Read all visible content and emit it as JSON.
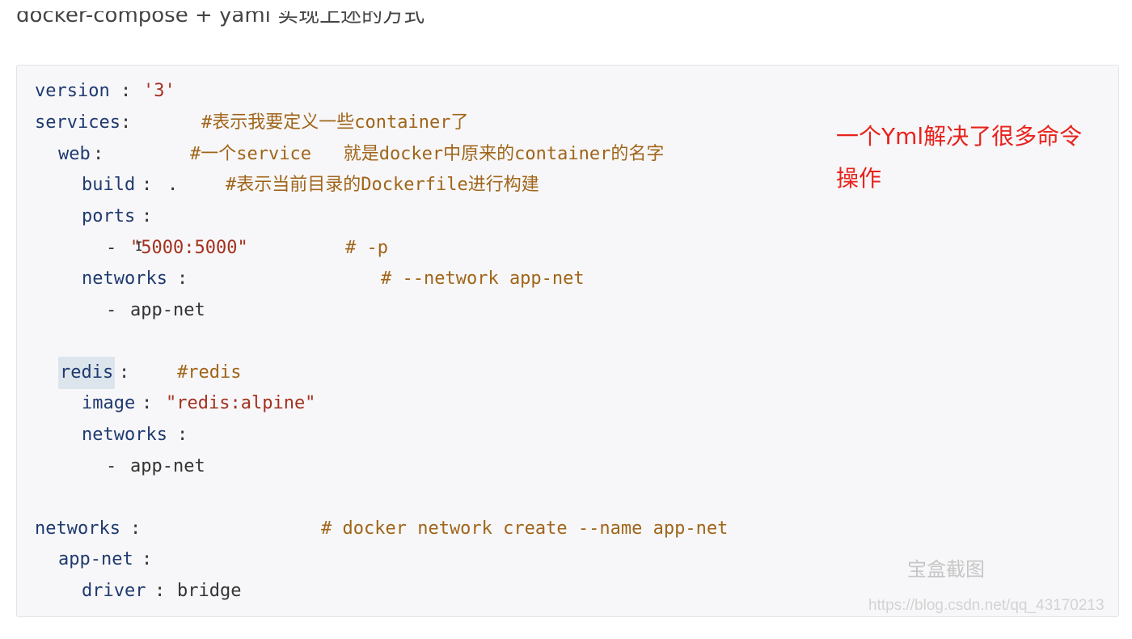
{
  "heading": {
    "text": "docker-compose + yaml 实现上述的方式"
  },
  "code": {
    "lines": [
      {
        "key": "version",
        "sep": ": ",
        "value": "'3'"
      },
      {
        "key": "services",
        "sep": ":",
        "comment": "#表示我要定义一些container了"
      },
      {
        "key": "web",
        "sep": ":",
        "comment": "#一个service   就是docker中原来的container的名字"
      },
      {
        "key": "build",
        "sep": ": ",
        "value": ".",
        "comment": "#表示当前目录的Dockerfile进行构建"
      },
      {
        "key": "ports",
        "sep": ":"
      },
      {
        "dash": "- ",
        "value": "\"5000:5000\"",
        "comment": "# -p"
      },
      {
        "key": "networks",
        "sep": ":",
        "comment": "# --network app-net"
      },
      {
        "dash": "- ",
        "value": "app-net"
      },
      {
        "key": "redis",
        "sep": ":",
        "comment": "#redis"
      },
      {
        "key": "image",
        "sep": ": ",
        "value": "\"redis:alpine\""
      },
      {
        "key": "networks",
        "sep": ":"
      },
      {
        "dash": "- ",
        "value": "app-net"
      },
      {
        "key": "networks",
        "sep": ":",
        "comment": "# docker network create --name app-net"
      },
      {
        "key": "app-net",
        "sep": ":"
      },
      {
        "key": "driver",
        "sep": ": ",
        "value": "bridge"
      }
    ]
  },
  "annotation": {
    "line1": "一个Yml解决了很多命令",
    "line2": "操作"
  },
  "watermark": {
    "app": "宝盒截图",
    "url": "https://blog.csdn.net/qq_43170213"
  },
  "colors": {
    "key": "#1f3a6e",
    "string": "#a3311e",
    "comment": "#a0651a",
    "annotation": "#e8221c"
  }
}
